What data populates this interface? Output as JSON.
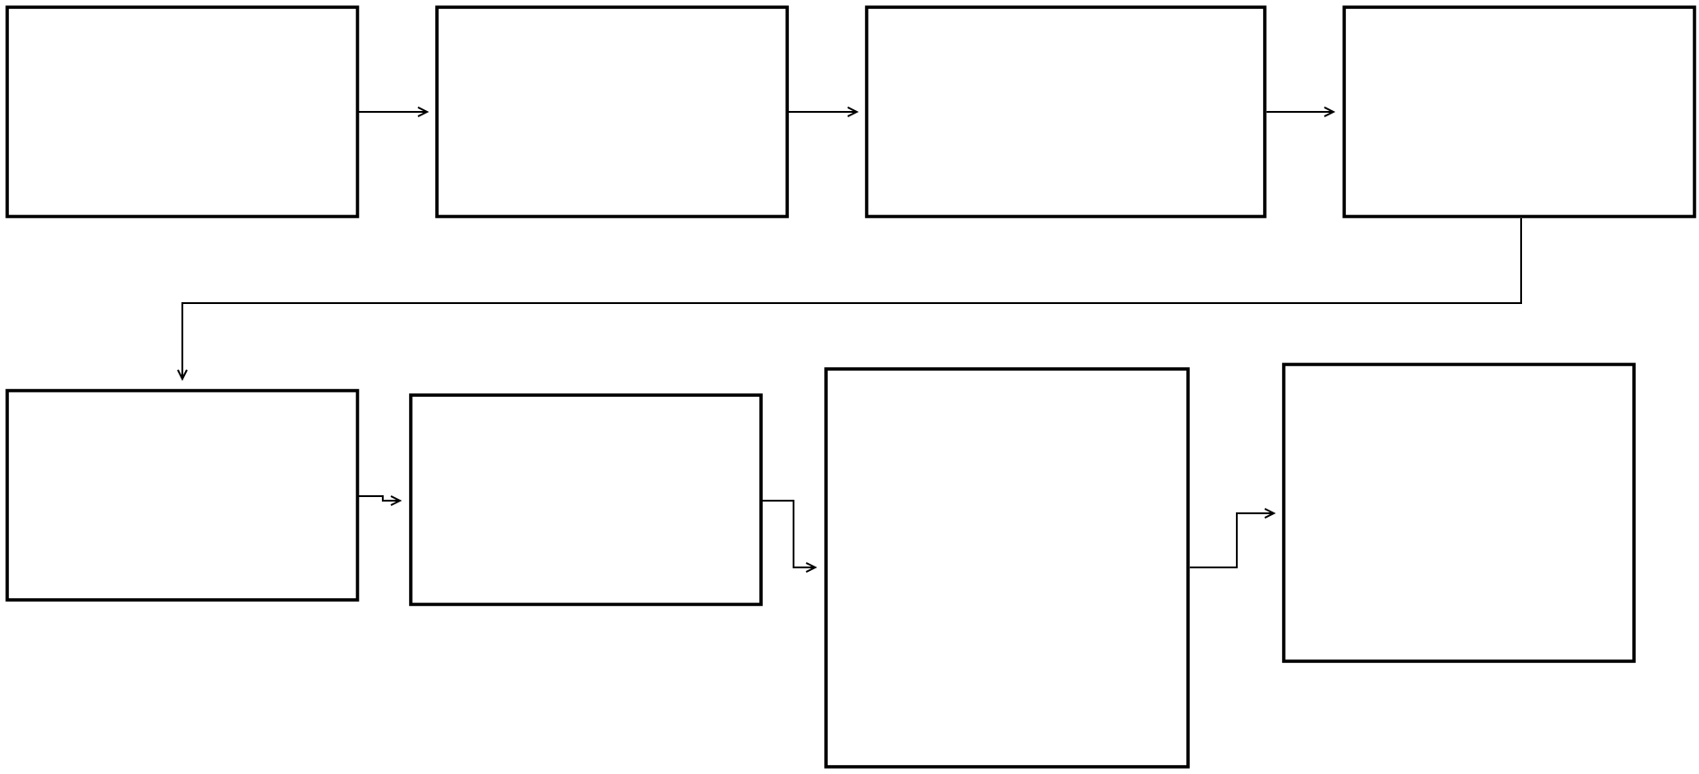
{
  "diagram": {
    "type": "flowchart",
    "stroke_color": "#000000",
    "background_color": "#ffffff",
    "nodes": [
      {
        "id": "step-1",
        "label": ""
      },
      {
        "id": "step-2",
        "label": ""
      },
      {
        "id": "step-3",
        "label": ""
      },
      {
        "id": "step-4",
        "label": ""
      },
      {
        "id": "step-5",
        "label": ""
      },
      {
        "id": "step-6",
        "label": ""
      },
      {
        "id": "step-7",
        "label": ""
      },
      {
        "id": "step-8",
        "label": ""
      }
    ],
    "edges": [
      {
        "from": "step-1",
        "to": "step-2"
      },
      {
        "from": "step-2",
        "to": "step-3"
      },
      {
        "from": "step-3",
        "to": "step-4"
      },
      {
        "from": "step-4",
        "to": "step-5"
      },
      {
        "from": "step-5",
        "to": "step-6"
      },
      {
        "from": "step-6",
        "to": "step-7"
      },
      {
        "from": "step-7",
        "to": "step-8"
      }
    ]
  }
}
